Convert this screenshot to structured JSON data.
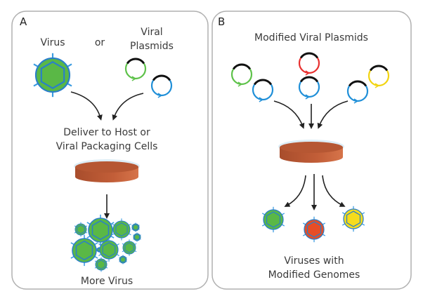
{
  "panels": [
    {
      "letter": "A",
      "virus_label": "Virus",
      "or_label": "or",
      "plasmids_label_line1": "Viral",
      "plasmids_label_line2": "Plasmids",
      "deliver_line1": "Deliver to Host or",
      "deliver_line2": "Viral Packaging Cells",
      "result_label": "More Virus"
    },
    {
      "letter": "B",
      "plasmids_title": "Modified Viral Plasmids",
      "result_line1": "Viruses with",
      "result_line2": "Modified Genomes"
    }
  ],
  "colors": {
    "virus_green": "#5ab846",
    "virus_outline": "#2a7fc9",
    "spike_blue": "#3a9be0",
    "plasmid_green": "#5ec24a",
    "plasmid_blue": "#1f8fd8",
    "plasmid_red": "#e8302f",
    "plasmid_yellow": "#f2d410",
    "insert_black": "#111111",
    "dish_top": "#b95a36",
    "dish_side": "#c8643c",
    "dish_rim": "#d9ecf5",
    "virus_red": "#e64d26",
    "virus_yellow": "#f6dc1c",
    "arrow": "#222222",
    "panel_border": "#b0b0b0"
  }
}
